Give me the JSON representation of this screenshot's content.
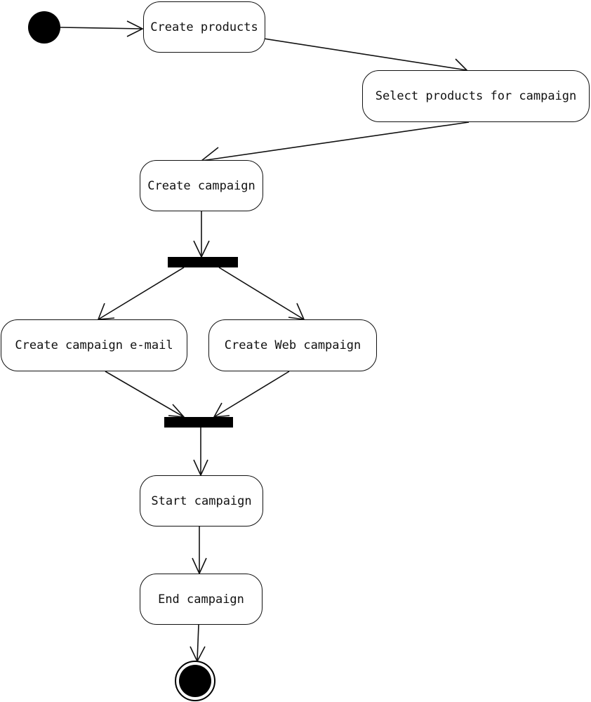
{
  "diagram": {
    "type": "uml-activity-diagram",
    "nodes": {
      "create_products": "Create products",
      "select_products": "Select products for campaign",
      "create_campaign": "Create campaign",
      "create_email": "Create campaign e-mail",
      "create_web": "Create Web campaign",
      "start_campaign": "Start campaign",
      "end_campaign": "End campaign"
    },
    "edges": [
      {
        "from": "initial",
        "to": "create_products"
      },
      {
        "from": "create_products",
        "to": "select_products"
      },
      {
        "from": "select_products",
        "to": "create_campaign"
      },
      {
        "from": "create_campaign",
        "to": "fork"
      },
      {
        "from": "fork",
        "to": "create_email"
      },
      {
        "from": "fork",
        "to": "create_web"
      },
      {
        "from": "create_email",
        "to": "join"
      },
      {
        "from": "create_web",
        "to": "join"
      },
      {
        "from": "join",
        "to": "start_campaign"
      },
      {
        "from": "start_campaign",
        "to": "end_campaign"
      },
      {
        "from": "end_campaign",
        "to": "final"
      }
    ]
  }
}
